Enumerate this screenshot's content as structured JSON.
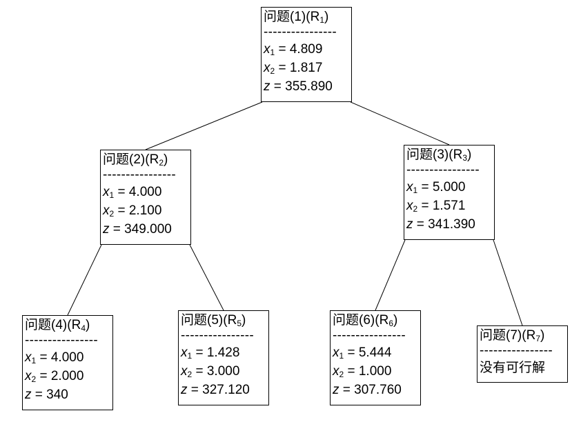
{
  "separator": "----------------",
  "nodes": [
    {
      "id": "1",
      "title_prefix": "问题",
      "index": "(1)",
      "region": "R",
      "region_sub": "1",
      "rows": [
        {
          "var": "x",
          "sub": "1",
          "value": "4.809"
        },
        {
          "var": "x",
          "sub": "2",
          "value": "1.817"
        },
        {
          "var": "z",
          "sub": "",
          "value": "355.890"
        }
      ]
    },
    {
      "id": "2",
      "title_prefix": "问题",
      "index": "(2)",
      "region": "R",
      "region_sub": "2",
      "rows": [
        {
          "var": "x",
          "sub": "1",
          "value": "4.000"
        },
        {
          "var": "x",
          "sub": "2",
          "value": "2.100"
        },
        {
          "var": "z",
          "sub": "",
          "value": "349.000"
        }
      ]
    },
    {
      "id": "3",
      "title_prefix": "问题",
      "index": "(3)",
      "region": "R",
      "region_sub": "3",
      "rows": [
        {
          "var": "x",
          "sub": "1",
          "value": "5.000"
        },
        {
          "var": "x",
          "sub": "2",
          "value": "1.571"
        },
        {
          "var": "z",
          "sub": "",
          "value": "341.390"
        }
      ]
    },
    {
      "id": "4",
      "title_prefix": "问题",
      "index": "(4)",
      "region": "R",
      "region_sub": "4",
      "rows": [
        {
          "var": "x",
          "sub": "1",
          "value": "4.000"
        },
        {
          "var": "x",
          "sub": "2",
          "value": "2.000"
        },
        {
          "var": "z",
          "sub": "",
          "value": "340"
        }
      ]
    },
    {
      "id": "5",
      "title_prefix": "问题",
      "index": "(5)",
      "region": "R",
      "region_sub": "5",
      "rows": [
        {
          "var": "x",
          "sub": "1",
          "value": "1.428"
        },
        {
          "var": "x",
          "sub": "2",
          "value": "3.000"
        },
        {
          "var": "z",
          "sub": "",
          "value": "327.120"
        }
      ]
    },
    {
      "id": "6",
      "title_prefix": "问题",
      "index": "(6)",
      "region": "R",
      "region_sub": "6",
      "rows": [
        {
          "var": "x",
          "sub": "1",
          "value": "5.444"
        },
        {
          "var": "x",
          "sub": "2",
          "value": "1.000"
        },
        {
          "var": "z",
          "sub": "",
          "value": "307.760"
        }
      ]
    },
    {
      "id": "7",
      "title_prefix": "问题",
      "index": "(7)",
      "region": "R",
      "region_sub": "7",
      "note": "没有可行解"
    }
  ],
  "edges": [
    {
      "from": "1",
      "to": "2"
    },
    {
      "from": "1",
      "to": "3"
    },
    {
      "from": "2",
      "to": "4"
    },
    {
      "from": "2",
      "to": "5"
    },
    {
      "from": "3",
      "to": "6"
    },
    {
      "from": "3",
      "to": "7"
    }
  ]
}
